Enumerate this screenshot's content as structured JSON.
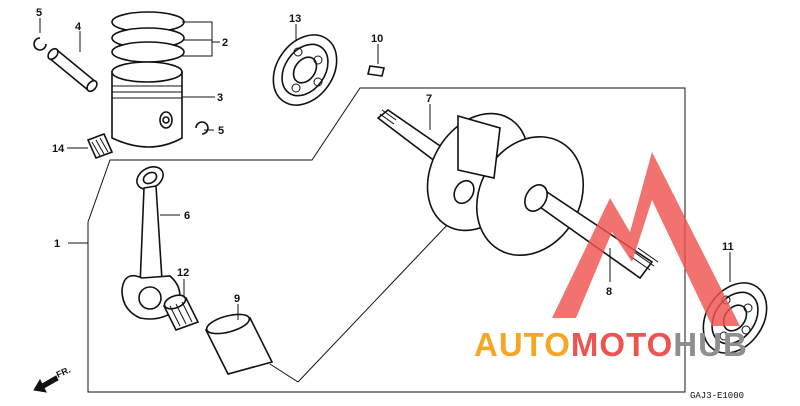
{
  "callouts": {
    "c1": "1",
    "c2": "2",
    "c3": "3",
    "c4": "4",
    "c5a": "5",
    "c5b": "5",
    "c6": "6",
    "c7": "7",
    "c8": "8",
    "c9": "9",
    "c10": "10",
    "c11": "11",
    "c12": "12",
    "c13": "13",
    "c14": "14"
  },
  "direction_label": "FR.",
  "diagram_code": "GAJ3-E1000",
  "watermark": {
    "part1": "AUTO",
    "part2": "MOTO",
    "part3": "HUB",
    "color_orange": "#f5a623",
    "color_red": "#ef5350",
    "color_gray": "#8e8e8e"
  }
}
